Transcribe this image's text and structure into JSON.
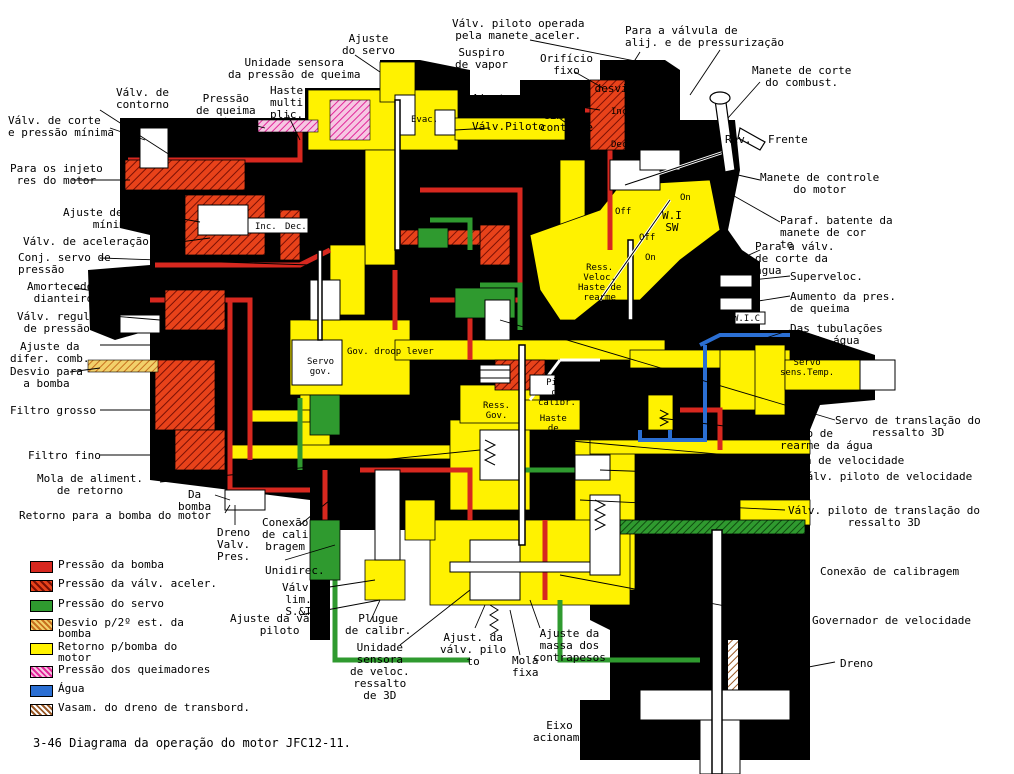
{
  "caption": "3-46 Diagrama da operação do motor JFC12-11.",
  "colors": {
    "bomba": "#d7281f",
    "acelerador": "#e8421a",
    "servo": "#2f9a2f",
    "desvio": "#c8701f",
    "retorno": "#fff200",
    "queimadores": "#e2279a",
    "agua": "#2b6fd3",
    "dreno": "#9a5a28",
    "body": "#000000"
  },
  "legend": [
    {
      "label": "Pressão da bomba",
      "swatch": "bomba"
    },
    {
      "label": "Pressão da válv. aceler.",
      "swatch": "acelerador"
    },
    {
      "label": "Pressão do servo",
      "swatch": "servo"
    },
    {
      "label": "Desvio p/2º est. da\nbomba",
      "swatch": "desvio"
    },
    {
      "label": "Retorno p/bomba do\nmotor",
      "swatch": "retorno"
    },
    {
      "label": "Pressão dos queimadores",
      "swatch": "queimadores"
    },
    {
      "label": "Água",
      "swatch": "agua"
    },
    {
      "label": "Vasam. do dreno de transbord.",
      "swatch": "dreno"
    }
  ],
  "labels": {
    "ajuste_servo": "Ajuste\ndo servo",
    "valv_piloto_manete": "Válv. piloto operada\npela manete aceler.",
    "para_valvula_alij": "Para a válvula de\nalij. e de pressurização",
    "unidade_sensora": "Unidade sensora\nda pressão de queima",
    "suspiro": "Suspiro\nde vapor",
    "orificio": "Orifício\nfixo",
    "manete_corte": "Manete de corte\ndo combust.",
    "valv_contorno": "Válv. de\ncontorno",
    "pressao_queima": "Pressão\nde queima",
    "haste_multi": "Haste\nmulti\nplic.",
    "ajuste_fole": "Ajuste\ndo fole",
    "linha_desvio": "Linha de desvio",
    "batente": "Batente\neixo de\ncontrole",
    "valv_corte": "Válv. de corte\ne pressão mínima",
    "valv_piloto_small": "Válv.Piloto",
    "rev": "Rev.",
    "frente": "Frente",
    "injetores": "Para os injeto\nres do motor",
    "manete_controle": "Manete de controle\ndo motor",
    "ajuste_fluxo": "Ajuste de fluxo\nmínimo",
    "paraf_batente": "Paraf. batente da\nmanete de cor\nte",
    "valv_aceleracao": "Válv. de aceleração",
    "para_valv_corte_agua": "Para a válv.\nde corte da\nágua",
    "conj_servo": "Conj. servo de\npressão",
    "superveloc": "Superveloc.",
    "amortecedor": "Amortecedor\ndianteiro",
    "aumento_pres": "Aumento da pres.\nde queima",
    "valv_regul": "Válv. regul.\nde pressão",
    "das_tubulacoes": "Das tubulações\nde água",
    "ajuste_difer": "Ajuste da\ndifer. comb.",
    "desvio_bomba": "Desvio para\na bomba",
    "filtro_grosso": "Filtro grosso",
    "servo_transl": "Servo de translação do\nressalto 3D",
    "servo_rearme": "Servo de\nrearme da água",
    "filtro_fino": "Filtro fino",
    "mola_velocidade": "Mola de velocidade",
    "valv_piloto_vel": "Válv. piloto de velocidade",
    "mola_aliment": "Mola de aliment.\nde retorno",
    "da_bomba": "Da\nbomba",
    "valv_piloto_transl": "Válv. piloto de translação do\nressalto 3D",
    "retorno_bomba": "Retorno para a bomba do motor",
    "dreno_valv": "Dreno\nValv.\nPres.",
    "conexao_cali": "Conexão\nde cali\nbragem",
    "unidirec": "Unidirec.",
    "conexao_calibragem": "Conexão de calibragem",
    "valv_lim": "Válv.\nlim.\nS.&T",
    "ajuste_valv_piloto": "Ajuste da válv.\npiloto",
    "plugue": "Plugue\nde calibr.",
    "governador": "Governador de velocidade",
    "ajust_valv_pilo": "Ajust. da\nválv. pilo\nto",
    "ajuste_massa": "Ajuste da\nmassa dos\ncontrapesos",
    "unidade_sensora_veloc": "Unidade\nsensora\nde veloc.\nressalto\nde 3D",
    "mola_fixa": "Mola\nfixa",
    "dreno": "Dreno",
    "eixo_acionamento": "Eixo de\nacionamento"
  },
  "inner_labels": {
    "inc_top": "Inc.",
    "dec_top": "Dec.",
    "evac": "Evac.",
    "inc_mid": "Inc.",
    "dec_mid": "Dec.",
    "off1": "Off",
    "on1": "On",
    "wi_sw": "W.I\nSW",
    "off2": "Off",
    "on2": "On",
    "ress_veloc": "Ress.\nVeloc.\nHaste de\nrearme",
    "gov_droop": "Gov. droop lever",
    "servo_gov": "Servo\ngov.",
    "servo_sens": "Servo\nsens.Temp.",
    "ress_gov": "Ress.\nGov.",
    "pino_calibr": "Pino\nde\ncalibr.",
    "haste_acomp": "Haste\nde\nacomp.",
    "wic": "W.I.C"
  }
}
